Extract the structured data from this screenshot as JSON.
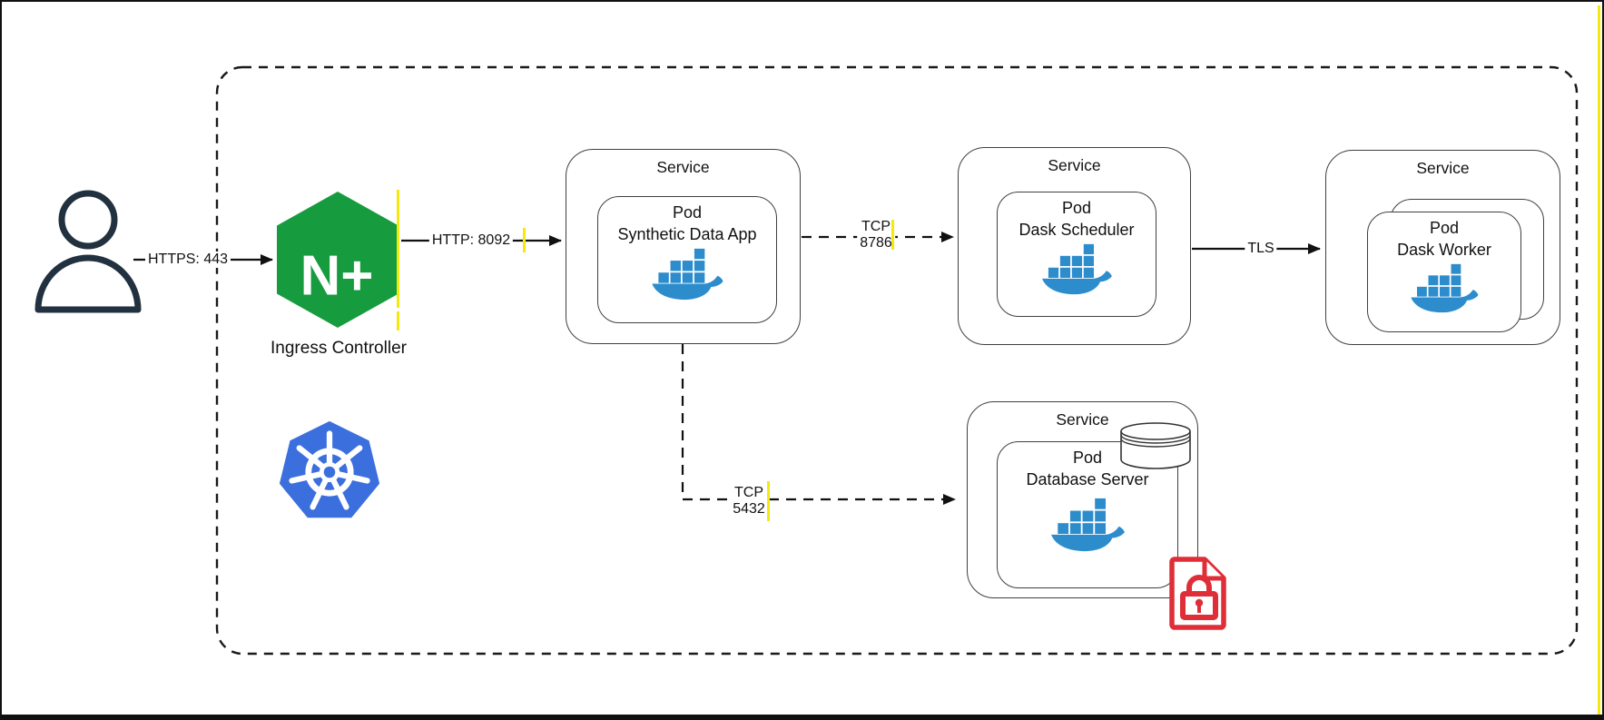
{
  "cluster": {
    "name": "kubernetes-cluster-boundary"
  },
  "ingress": {
    "logo_text": "N+",
    "label": "Ingress Controller"
  },
  "services": [
    {
      "title": "Service",
      "pod": {
        "label": "Pod",
        "name": "Synthetic Data App"
      }
    },
    {
      "title": "Service",
      "pod": {
        "label": "Pod",
        "name": "Dask Scheduler"
      }
    },
    {
      "title": "Service",
      "pod": {
        "label": "Pod",
        "name": "Dask Worker"
      },
      "replicas_shown": 2
    },
    {
      "title": "Service",
      "pod": {
        "label": "Pod",
        "name": "Database Server"
      }
    }
  ],
  "connections": {
    "user_to_ingress": "HTTPS: 443",
    "ingress_to_app": "HTTP: 8092",
    "app_to_scheduler": {
      "protocol": "TCP",
      "port": "8786"
    },
    "scheduler_to_workers": "TLS",
    "app_to_database": {
      "protocol": "TCP",
      "port": "5432"
    }
  },
  "colors": {
    "nginx_green": "#169c3e",
    "k8s_blue": "#3b6fde",
    "docker_blue": "#2d8dcc",
    "lock_red": "#df2e38",
    "highlight_yellow": "#f3ea0b",
    "ink": "#22313f",
    "arrow": "#111111"
  }
}
